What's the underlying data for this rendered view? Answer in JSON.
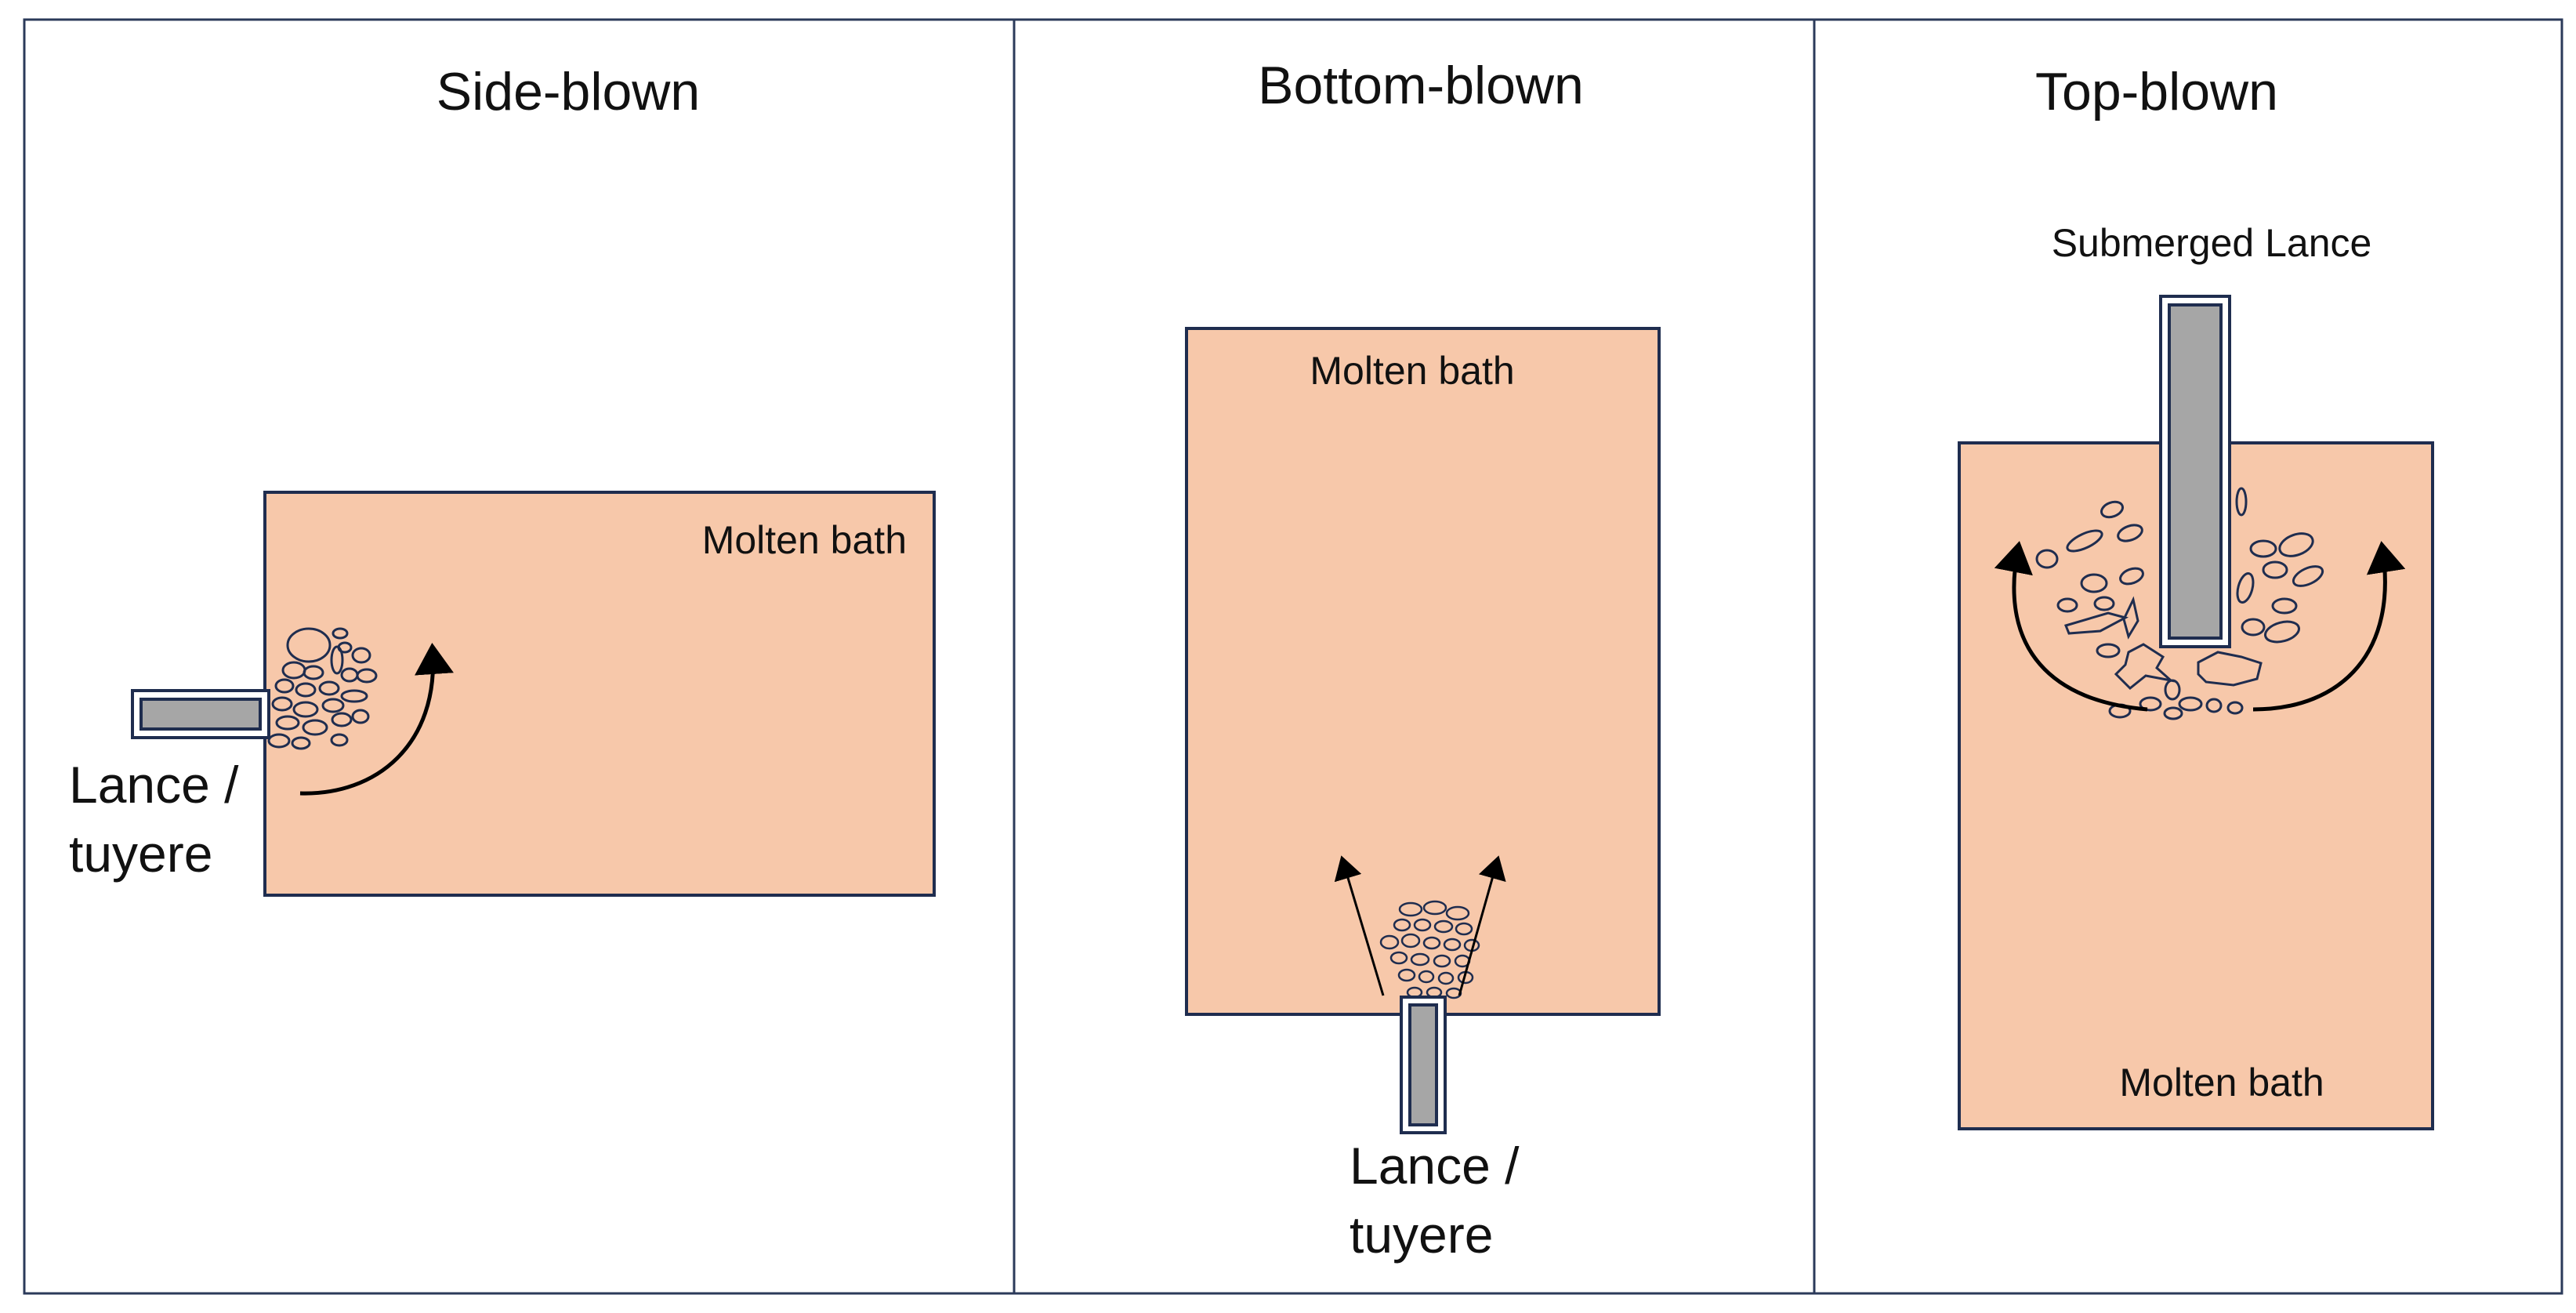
{
  "panels": [
    {
      "title": "Side-blown",
      "bath_label": "Molten bath",
      "lance_label_line1": "Lance /",
      "lance_label_line2": "tuyere"
    },
    {
      "title": "Bottom-blown",
      "bath_label": "Molten bath",
      "lance_label_line1": "Lance /",
      "lance_label_line2": "tuyere"
    },
    {
      "title": "Top-blown",
      "lance_label": "Submerged Lance",
      "bath_label": "Molten bath"
    }
  ],
  "colors": {
    "bath_fill": "#f7c8aa",
    "outline": "#1f2d4f",
    "lance_fill": "#a6a6a6",
    "bubble_stroke": "#1f2d4f",
    "arrow": "#000000"
  },
  "icons": {
    "bubble": "ellipse-outline",
    "flow_arrow": "curved-arrow"
  }
}
